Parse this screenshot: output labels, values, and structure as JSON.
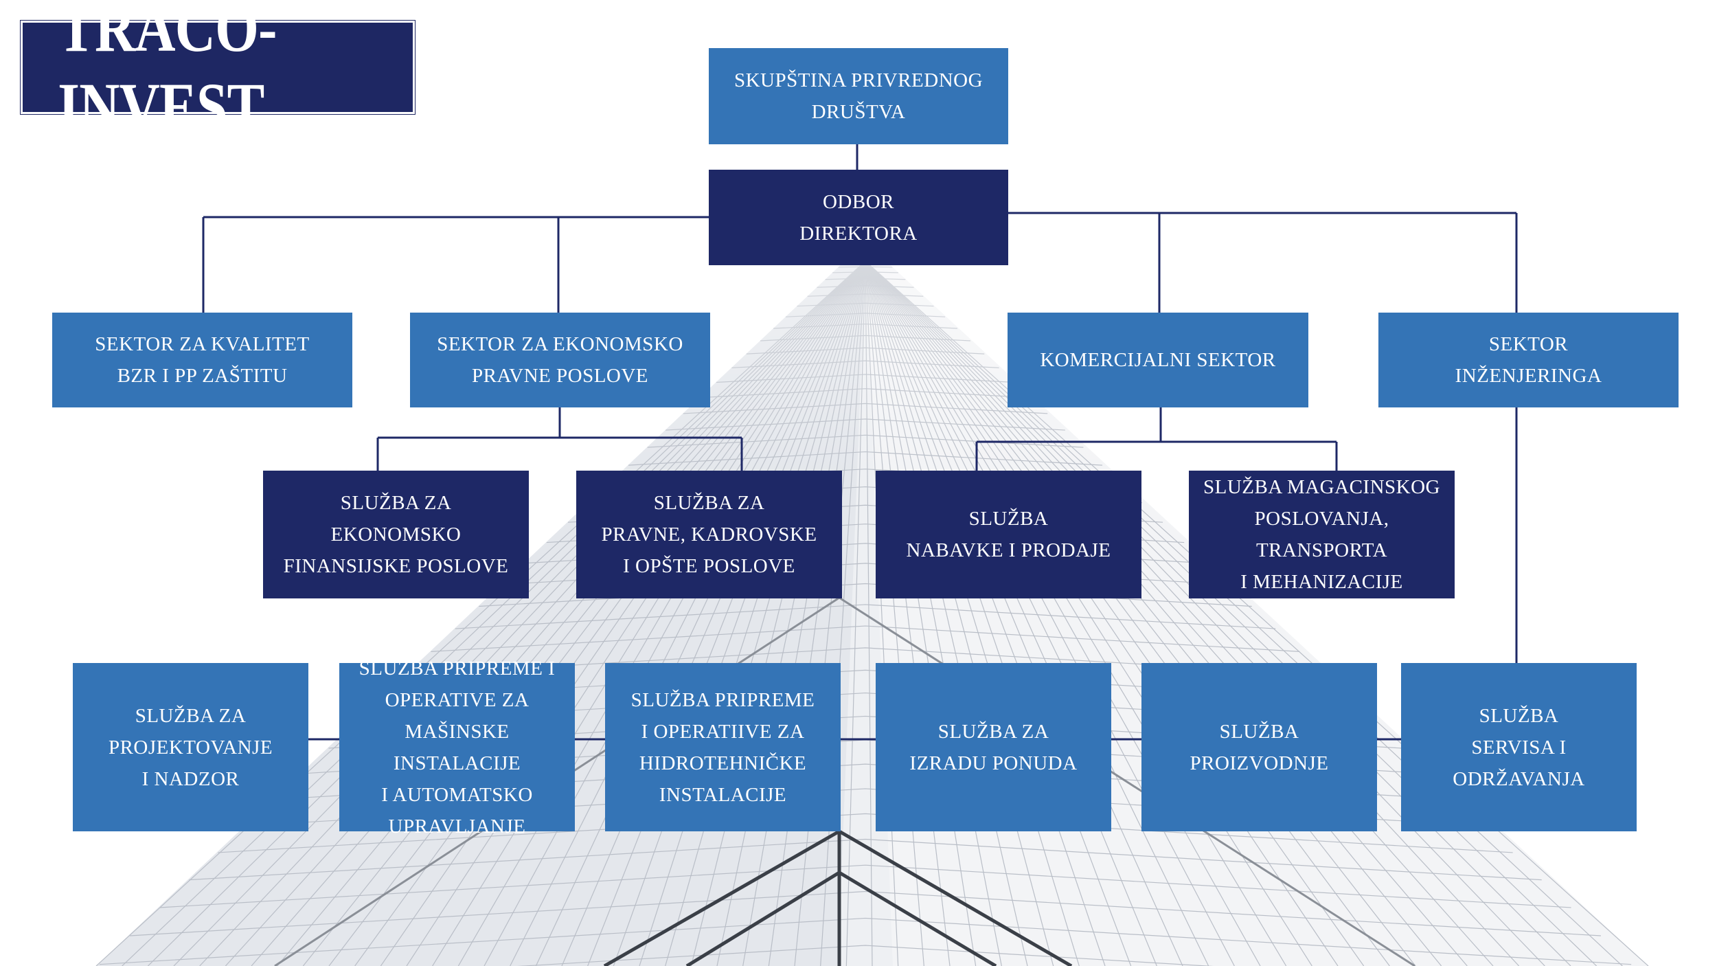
{
  "logo": {
    "text": "TRACO-INVEST"
  },
  "colors": {
    "dark_box": "#1e2866",
    "light_box": "#3474b6",
    "connector": "#1e2866"
  },
  "nodes": {
    "skupstina": "SKUPŠTINA PRIVREDNOG\nDRUŠTVA",
    "odbor": "ODBOR\nDIREKTORA",
    "sektor_kvalitet": "SEKTOR ZA KVALITET\nBZR I PP ZAŠTITU",
    "sektor_ekonomsko": "SEKTOR ZA EKONOMSKO\nPRAVNE POSLOVE",
    "komercijalni": "KOMERCIJALNI SEKTOR",
    "sektor_inzenjeringa": "SEKTOR\nINŽENJERINGA",
    "sluzba_ekonomsko": "SLUŽBA ZA\nEKONOMSKO\nFINANSIJSKE POSLOVE",
    "sluzba_pravne": "SLUŽBA ZA\nPRAVNE, KADROVSKE\nI OPŠTE POSLOVE",
    "sluzba_nabavke": "SLUŽBA\nNABAVKE I PRODAJE",
    "sluzba_magacinskog": "SLUŽBA  MAGACINSKOG\nPOSLOVANJA, TRANSPORTA\nI MEHANIZACIJE",
    "sluzba_projektovanje": "SLUŽBA ZA\nPROJEKTOVANJE\nI NADZOR",
    "sluzba_masinske": "SLUŽBA PRIPREME I\nOPERATIVE ZA\nMAŠINSKE INSTALACIJE\nI AUTOMATSKO\nUPRAVLJANJE",
    "sluzba_hidrotehnicke": "SLUŽBA PRIPREME\nI OPERATIIVE ZA\nHIDROTEHNIČKE\nINSTALACIJE",
    "sluzba_ponuda": "SLUŽBA ZA\nIZRADU PONUDA",
    "sluzba_proizvodnje": "SLUŽBA\nPROIZVODNJE",
    "sluzba_servisa": "SLUŽBA\nSERVISA I ODRŽAVANJA"
  }
}
